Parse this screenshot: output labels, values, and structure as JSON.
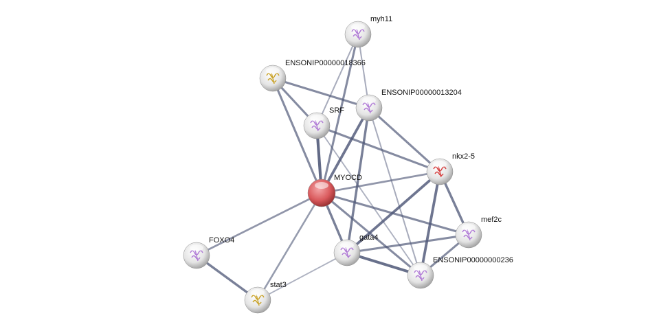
{
  "network": {
    "edge_color": "#4e5777",
    "nodes": [
      {
        "id": "myh11",
        "label": "myh11",
        "color": "#e8e8e8",
        "icon": "protein-structure-purple-icon"
      },
      {
        "id": "e18366",
        "label": "ENSONIP00000018366",
        "color": "#e8e8e8",
        "icon": "protein-structure-yellow-icon"
      },
      {
        "id": "e13204",
        "label": "ENSONIP00000013204",
        "color": "#e8e8e8",
        "icon": "protein-structure-purple-icon"
      },
      {
        "id": "srf",
        "label": "SRF",
        "color": "#e8e8e8",
        "icon": "protein-structure-purple-icon"
      },
      {
        "id": "nkx25",
        "label": "nkx2-5",
        "color": "#e8e8e8",
        "icon": "protein-structure-red-icon"
      },
      {
        "id": "myocd",
        "label": "MYOCD",
        "color": "#d9595c",
        "icon": "query-protein-icon"
      },
      {
        "id": "mef2c",
        "label": "mef2c",
        "color": "#e8e8e8",
        "icon": "protein-structure-purple-icon"
      },
      {
        "id": "foxo4",
        "label": "FOXO4",
        "color": "#e8e8e8",
        "icon": "protein-structure-purple-icon"
      },
      {
        "id": "gata4",
        "label": "gata4",
        "color": "#e8e8e8",
        "icon": "protein-structure-purple-icon"
      },
      {
        "id": "e236",
        "label": "ENSONIP00000000236",
        "color": "#e8e8e8",
        "icon": "protein-structure-purple-icon"
      },
      {
        "id": "stat3",
        "label": "stat3",
        "color": "#e8e8e8",
        "icon": "protein-structure-yellow-icon"
      }
    ],
    "edges": [
      {
        "from": "myh11",
        "to": "srf",
        "confidence": 0.3
      },
      {
        "from": "myh11",
        "to": "myocd",
        "confidence": 0.6
      },
      {
        "from": "myh11",
        "to": "e13204",
        "confidence": 0.3
      },
      {
        "from": "e18366",
        "to": "srf",
        "confidence": 0.6
      },
      {
        "from": "e18366",
        "to": "e13204",
        "confidence": 0.6
      },
      {
        "from": "e18366",
        "to": "myocd",
        "confidence": 0.6
      },
      {
        "from": "e13204",
        "to": "myocd",
        "confidence": 0.8
      },
      {
        "from": "e13204",
        "to": "nkx25",
        "confidence": 0.6
      },
      {
        "from": "e13204",
        "to": "gata4",
        "confidence": 0.7
      },
      {
        "from": "e13204",
        "to": "e236",
        "confidence": 0.3
      },
      {
        "from": "srf",
        "to": "myocd",
        "confidence": 0.9
      },
      {
        "from": "srf",
        "to": "nkx25",
        "confidence": 0.6
      },
      {
        "from": "srf",
        "to": "e236",
        "confidence": 0.25
      },
      {
        "from": "nkx25",
        "to": "myocd",
        "confidence": 0.5
      },
      {
        "from": "nkx25",
        "to": "gata4",
        "confidence": 0.8
      },
      {
        "from": "nkx25",
        "to": "mef2c",
        "confidence": 0.7
      },
      {
        "from": "nkx25",
        "to": "e236",
        "confidence": 0.8
      },
      {
        "from": "myocd",
        "to": "mef2c",
        "confidence": 0.6
      },
      {
        "from": "myocd",
        "to": "gata4",
        "confidence": 0.7
      },
      {
        "from": "myocd",
        "to": "e236",
        "confidence": 0.6
      },
      {
        "from": "myocd",
        "to": "foxo4",
        "confidence": 0.5
      },
      {
        "from": "myocd",
        "to": "stat3",
        "confidence": 0.45
      },
      {
        "from": "mef2c",
        "to": "gata4",
        "confidence": 0.6
      },
      {
        "from": "mef2c",
        "to": "e236",
        "confidence": 0.6
      },
      {
        "from": "gata4",
        "to": "e236",
        "confidence": 0.85
      },
      {
        "from": "gata4",
        "to": "stat3",
        "confidence": 0.25
      },
      {
        "from": "foxo4",
        "to": "stat3",
        "confidence": 0.7
      }
    ]
  }
}
